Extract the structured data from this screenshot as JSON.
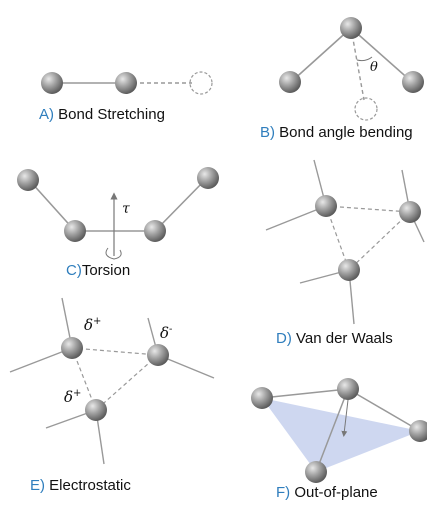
{
  "panels": [
    {
      "letter": "A)",
      "label": "Bond Stretching"
    },
    {
      "letter": "B)",
      "label": "Bond angle bending",
      "symbol": "θ"
    },
    {
      "letter": "C)",
      "label": "Torsion",
      "symbol": "τ"
    },
    {
      "letter": "D)",
      "label": "Van der Waals"
    },
    {
      "letter": "E)",
      "label": "Electrostatic",
      "charges": [
        {
          "base": "δ",
          "sign": "+"
        },
        {
          "base": "δ",
          "sign": "-"
        },
        {
          "base": "δ",
          "sign": "+"
        }
      ]
    },
    {
      "letter": "F)",
      "label": "Out-of-plane"
    }
  ],
  "colors": {
    "label_letter": "#2f7ebd",
    "atom": "#8a8a8a",
    "bond": "#999999",
    "plane_fill": "#c9d3ee"
  }
}
